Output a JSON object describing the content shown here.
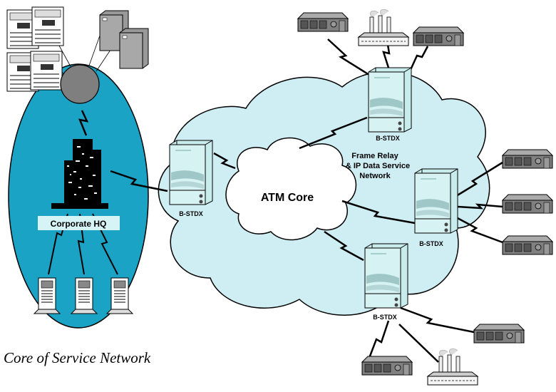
{
  "labels": {
    "hq": "Corporate HQ",
    "atm_core": "ATM Core",
    "network_line1": "Frame Relay",
    "network_line2": "& IP Data Service",
    "network_line3": "Network",
    "bstdx_left": "B-STDX",
    "bstdx_top": "B-STDX",
    "bstdx_right": "B-STDX",
    "bstdx_bottom": "B-STDX"
  },
  "caption": "Core of Service Network",
  "colors": {
    "hq_ellipse": "#1aa3c4",
    "cloud": "#cfeef4",
    "switch_body": "#c8ecec",
    "building": "#808080",
    "hub": "#7f7f7f",
    "tower": "#000000"
  }
}
